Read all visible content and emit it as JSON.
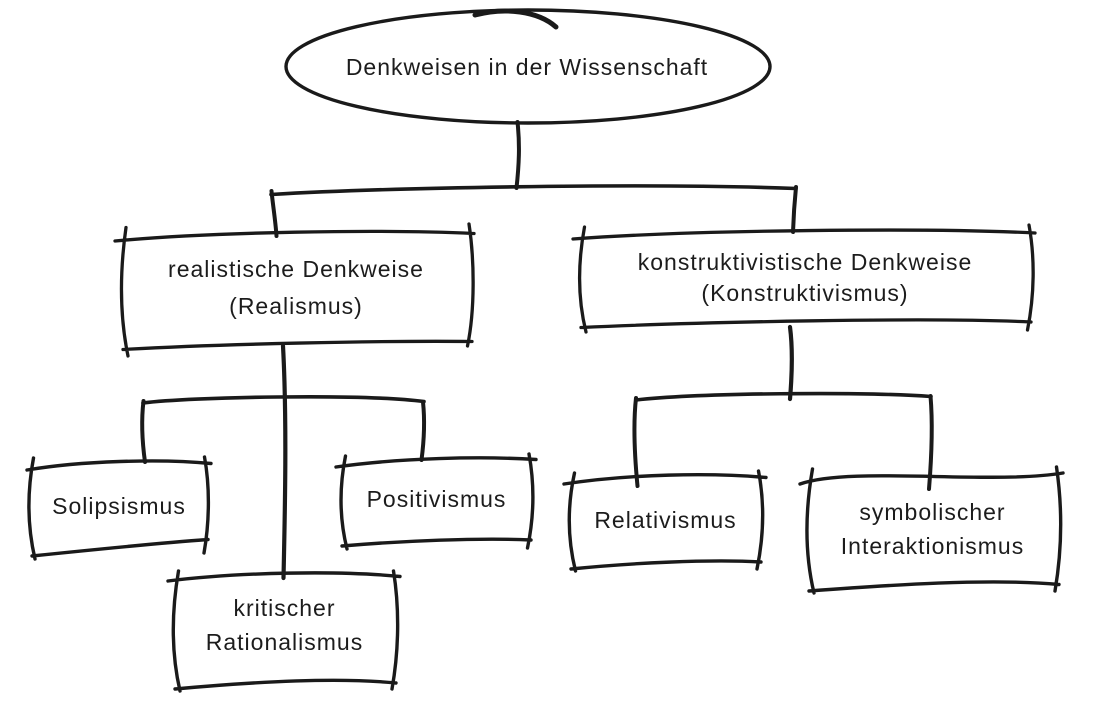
{
  "diagram": {
    "type": "tree",
    "language": "de",
    "colors": {
      "background": "#ffffff",
      "stroke": "#1a1a1a",
      "text": "#1c1c1c"
    },
    "root": {
      "label": "Denkweisen in der Wissenschaft",
      "shape": "ellipse"
    },
    "level1": {
      "realismus": {
        "line1": "realistische Denkweise",
        "line2": "(Realismus)",
        "shape": "rectangle",
        "parent": "root"
      },
      "konstruktivismus": {
        "line1": "konstruktivistische Denkweise",
        "line2": "(Konstruktivismus)",
        "shape": "rectangle",
        "parent": "root"
      }
    },
    "level2": {
      "solipsismus": {
        "label": "Solipsismus",
        "shape": "rectangle",
        "parent": "realismus"
      },
      "kritischer_rationalismus": {
        "line1": "kritischer",
        "line2": "Rationalismus",
        "shape": "rectangle",
        "parent": "realismus"
      },
      "positivismus": {
        "label": "Positivismus",
        "shape": "rectangle",
        "parent": "realismus"
      },
      "relativismus": {
        "label": "Relativismus",
        "shape": "rectangle",
        "parent": "konstruktivismus"
      },
      "symbolischer_interaktionismus": {
        "line1": "symbolischer",
        "line2": "Interaktionismus",
        "shape": "rectangle",
        "parent": "konstruktivismus"
      }
    }
  }
}
